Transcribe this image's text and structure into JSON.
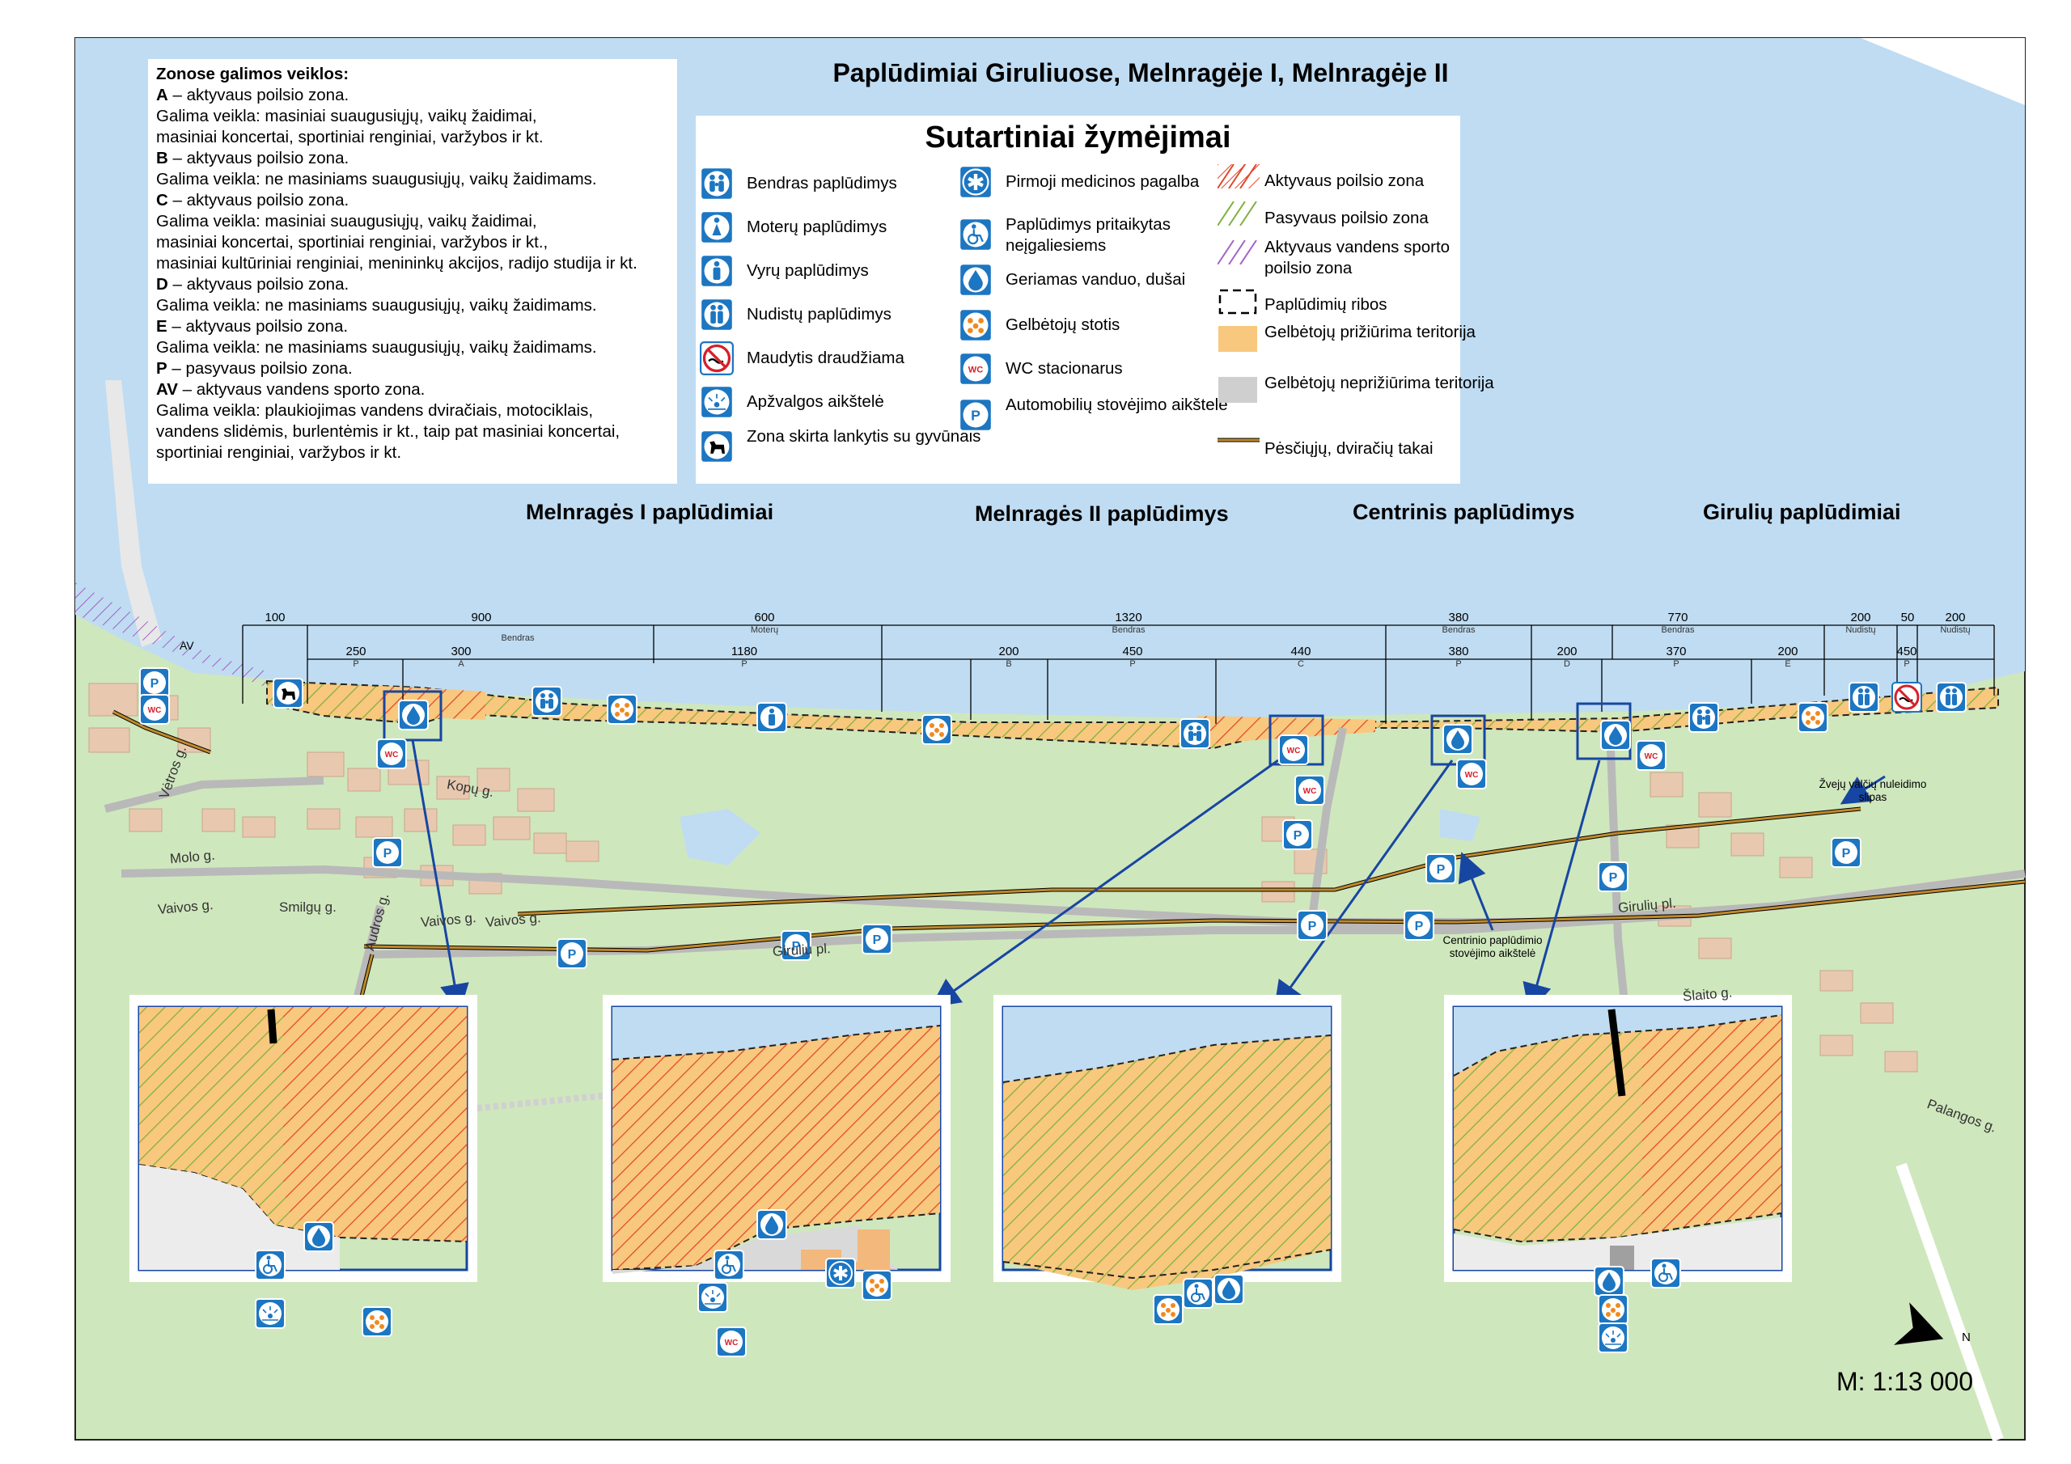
{
  "map_title": "Paplūdimiai Giruliuose, Melnragėje I, Melnragėje II",
  "legend_title": "Sutartiniai žymėjimai",
  "activities": {
    "heading": "Zonose galimos veiklos:",
    "lines": [
      {
        "code": "A",
        "text": " – aktyvaus poilsio zona."
      },
      {
        "code": "",
        "text": "Galima veikla: masiniai suaugusiųjų, vaikų žaidimai,"
      },
      {
        "code": "",
        "text": "masiniai koncertai, sportiniai renginiai, varžybos ir kt."
      },
      {
        "code": "B",
        "text": " – aktyvaus poilsio zona."
      },
      {
        "code": "",
        "text": "Galima veikla: ne masiniams suaugusiųjų, vaikų žaidimams."
      },
      {
        "code": "C",
        "text": " – aktyvaus poilsio zona."
      },
      {
        "code": "",
        "text": "Galima veikla: masiniai suaugusiųjų, vaikų žaidimai,"
      },
      {
        "code": "",
        "text": "masiniai koncertai, sportiniai renginiai, varžybos ir kt.,"
      },
      {
        "code": "",
        "text": "masiniai kultūriniai renginiai, menininkų akcijos, radijo studija ir kt."
      },
      {
        "code": "D",
        "text": " – aktyvaus poilsio zona."
      },
      {
        "code": "",
        "text": "Galima veikla: ne masiniams suaugusiųjų, vaikų žaidimams."
      },
      {
        "code": "E",
        "text": " – aktyvaus poilsio zona."
      },
      {
        "code": "",
        "text": "Galima veikla: ne masiniams suaugusiųjų, vaikų žaidimams."
      },
      {
        "code": "P",
        "text": " – pasyvaus poilsio zona."
      },
      {
        "code": "AV",
        "text": " – aktyvaus vandens sporto zona."
      },
      {
        "code": "",
        "text": "Galima veikla: plaukiojimas vandens dviračiais, motociklais,"
      },
      {
        "code": "",
        "text": "vandens slidėmis, burlentėmis ir kt., taip pat masiniai koncertai,"
      },
      {
        "code": "",
        "text": "sportiniai renginiai, varžybos ir kt."
      }
    ]
  },
  "legend": {
    "col1": [
      {
        "icon": "family-icon",
        "label": "Bendras paplūdimys"
      },
      {
        "icon": "woman-icon",
        "label": "Moterų paplūdimys"
      },
      {
        "icon": "man-icon",
        "label": "Vyrų paplūdimys"
      },
      {
        "icon": "nudist-icon",
        "label": "Nudistų paplūdimys"
      },
      {
        "icon": "no-swimming-icon",
        "label": "Maudytis draudžiama"
      },
      {
        "icon": "viewpoint-icon",
        "label": "Apžvalgos aikštelė"
      },
      {
        "icon": "dog-icon",
        "label": "Zona skirta lankytis su gyvūnais"
      }
    ],
    "col2": [
      {
        "icon": "medical-icon",
        "label": "Pirmoji medicinos pagalba"
      },
      {
        "icon": "wheelchair-icon",
        "label": "Paplūdimys pritaikytas neįgaliesiems"
      },
      {
        "icon": "water-drop-icon",
        "label": "Geriamas vanduo, dušai"
      },
      {
        "icon": "lifeguard-icon",
        "label": "Gelbėtojų stotis"
      },
      {
        "icon": "wc-icon",
        "label": "WC stacionarus"
      },
      {
        "icon": "parking-icon",
        "label": "Automobilių stovėjimo aikštelė"
      }
    ],
    "col3": [
      {
        "icon": "active-zone-hatch",
        "label": "Aktyvaus poilsio zona"
      },
      {
        "icon": "passive-zone-hatch",
        "label": "Pasyvaus poilsio zona"
      },
      {
        "icon": "water-sport-hatch",
        "label": "Aktyvaus vandens sporto poilsio zona"
      },
      {
        "icon": "beach-boundary",
        "label": "Paplūdimių ribos"
      },
      {
        "icon": "supervised-area",
        "label": "Gelbėtojų prižiūrima teritorija"
      },
      {
        "icon": "unsupervised-area",
        "label": "Gelbėtojų neprižiūrima teritorija"
      },
      {
        "icon": "path-line",
        "label": "Pėsčiųjų, dviračių takai"
      }
    ]
  },
  "sections": [
    "Melnragės I paplūdimiai",
    "Melnragės II paplūdimys",
    "Centrinis paplūdimys",
    "Girulių paplūdimiai"
  ],
  "dimensions_top": [
    {
      "value": "100",
      "sub": ""
    },
    {
      "value": "900",
      "sub": ""
    },
    {
      "value": "600",
      "sub": "Moterų"
    },
    {
      "value": "1320",
      "sub": "Bendras"
    },
    {
      "value": "380",
      "sub": "Bendras"
    },
    {
      "value": "770",
      "sub": "Bendras"
    },
    {
      "value": "200",
      "sub": "Nudistų"
    },
    {
      "value": "50",
      "sub": ""
    },
    {
      "value": "200",
      "sub": "Nudistų"
    }
  ],
  "dimensions_bottom": [
    {
      "value": "250",
      "sub": "P"
    },
    {
      "value": "300",
      "sub": "A"
    },
    {
      "value": "1180",
      "sub": "P"
    },
    {
      "value": "200",
      "sub": "B"
    },
    {
      "value": "450",
      "sub": "P"
    },
    {
      "value": "440",
      "sub": "C"
    },
    {
      "value": "380",
      "sub": "P"
    },
    {
      "value": "200",
      "sub": "D"
    },
    {
      "value": "370",
      "sub": "P"
    },
    {
      "value": "200",
      "sub": "E"
    },
    {
      "value": "450",
      "sub": "P"
    }
  ],
  "zone_label_av": "AV",
  "extra_labels": {
    "bendras_900": "Bendras",
    "fishing_slip": "Žvejų valčių nuleidimo slipas",
    "central_parking": "Centrinio paplūdimio stovėjimo aikštelė",
    "parking_letter": "P",
    "wc_letter": "WC",
    "north": "N"
  },
  "streets": [
    "Vėtros g.",
    "Kopų g.",
    "Molo g.",
    "Vaivos g.",
    "Smilgų g.",
    "Audros g.",
    "Vaivos g.",
    "Vaivos g.",
    "Giruliu pl.",
    "Girulių pl.",
    "Šlaito g.",
    "Palangos g."
  ],
  "scale": "M: 1:13 000",
  "colors": {
    "sea": "#bfdcf2",
    "land": "#cfe7bd",
    "orange": "#f8c87e",
    "icon_blue": "#1c76c2",
    "frame_blue": "#1746a2",
    "path": "#7a4a12"
  }
}
